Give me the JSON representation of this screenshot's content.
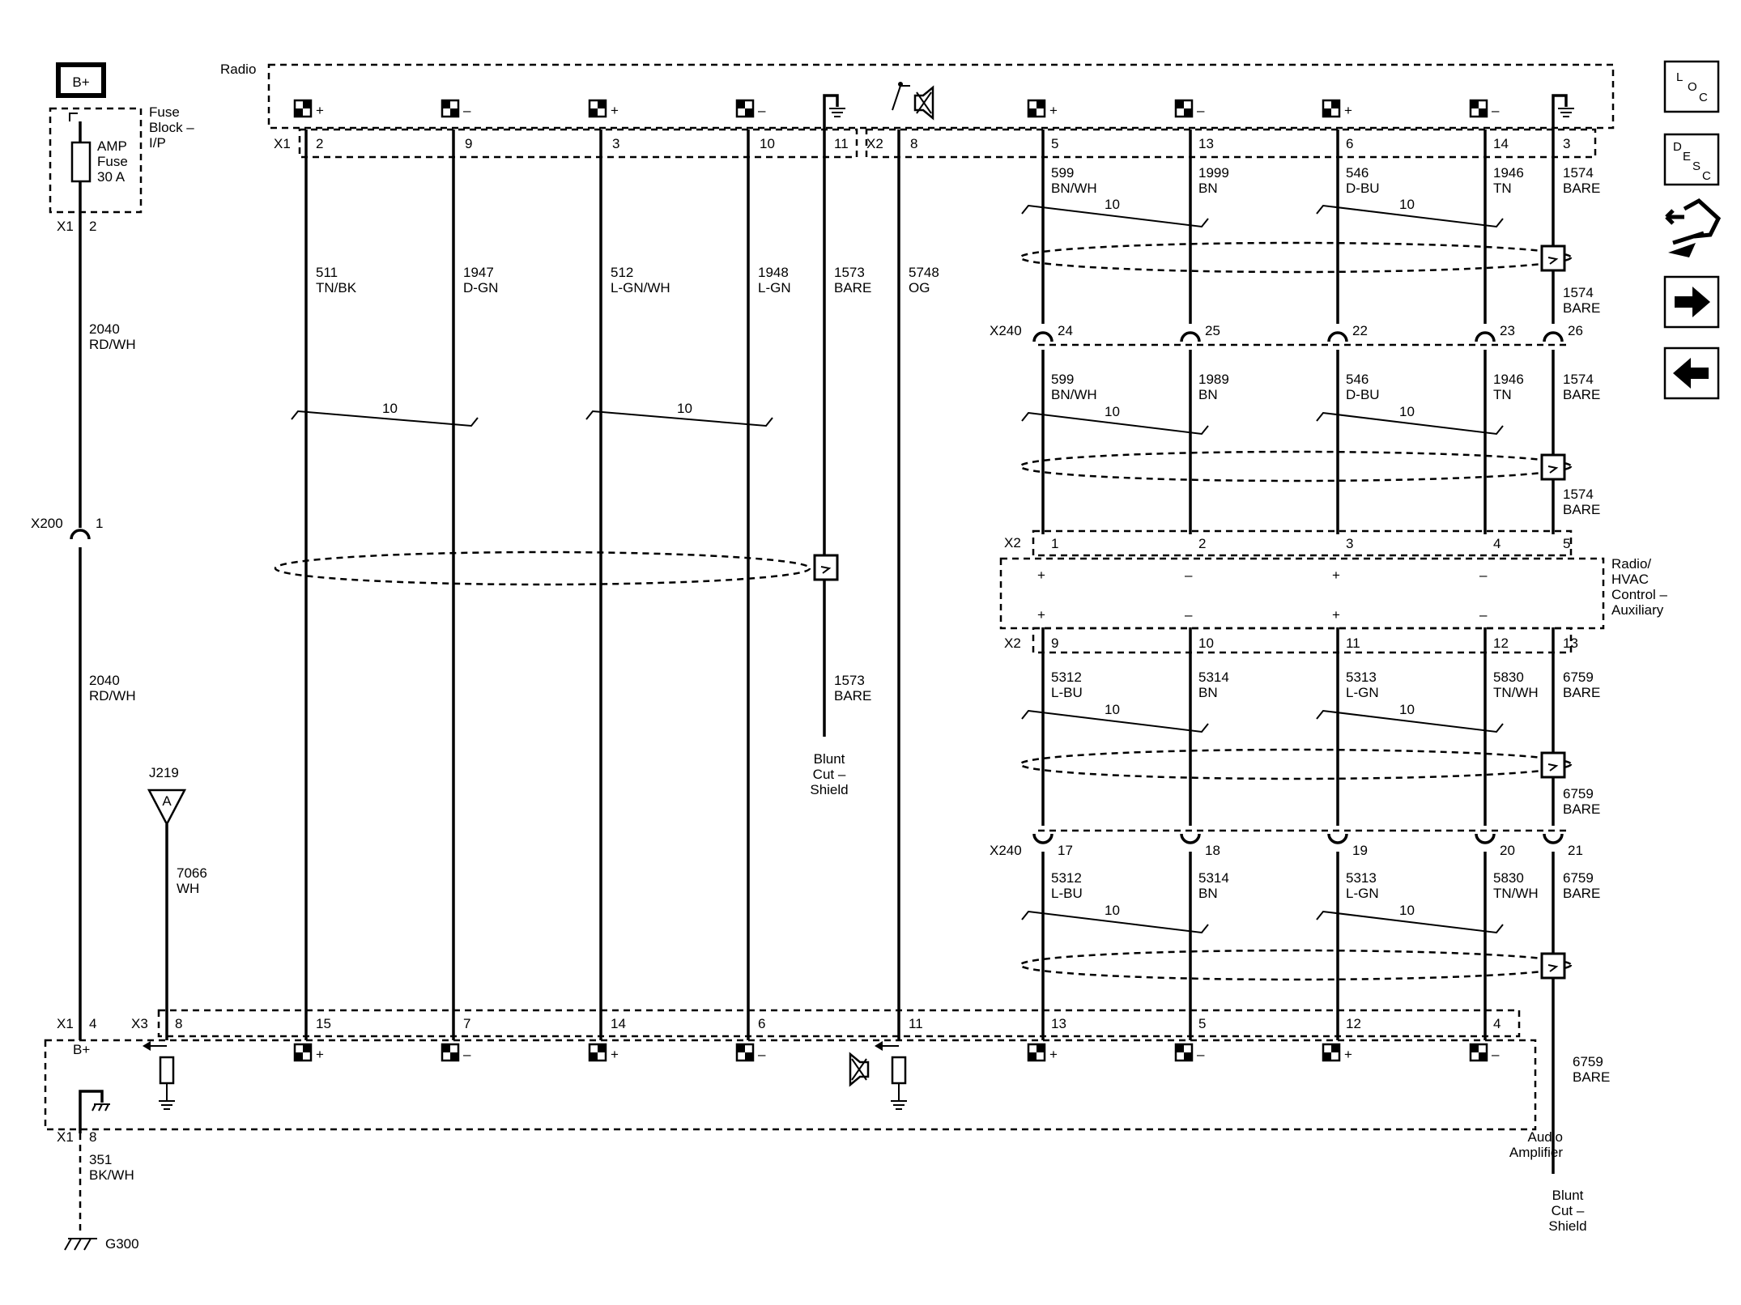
{
  "fuse_block": {
    "power_label": "B+",
    "title_lines": [
      "Fuse",
      "Block –",
      "I/P"
    ],
    "fuse_lines": [
      "AMP",
      "Fuse",
      "30 A"
    ],
    "connector": "X1",
    "pin": "2"
  },
  "power_feed": {
    "upper_wire": [
      "2040",
      "RD/WH"
    ],
    "inline": "X200",
    "inline_pin": "1",
    "lower_wire": [
      "2040",
      "RD/WH"
    ]
  },
  "antenna": {
    "id": "J219",
    "symbol_letter": "A",
    "wire": [
      "7066",
      "WH"
    ]
  },
  "radio": {
    "title": "Radio",
    "conn_x1": "X1",
    "conn_x2": "X2",
    "pins_x1": [
      "2",
      "9",
      "3",
      "10",
      "11"
    ],
    "pins_x2": [
      "8",
      "5",
      "13",
      "6",
      "14",
      "3"
    ]
  },
  "twist_label": "10",
  "pos_sign": "+",
  "neg_sign": "–",
  "left_wires": [
    [
      "511",
      "TN/BK"
    ],
    [
      "1947",
      "D-GN"
    ],
    [
      "512",
      "L-GN/WH"
    ],
    [
      "1948",
      "L-GN"
    ],
    [
      "1573",
      "BARE"
    ],
    [
      "5748",
      "OG"
    ]
  ],
  "left_shield": {
    "lower_wire": [
      "1573",
      "BARE"
    ],
    "end_lines": [
      "Blunt",
      "Cut –",
      "Shield"
    ]
  },
  "right_top_wires": [
    [
      "599",
      "BN/WH"
    ],
    [
      "1999",
      "BN"
    ],
    [
      "546",
      "D-BU"
    ],
    [
      "1946",
      "TN"
    ],
    [
      "1574",
      "BARE"
    ]
  ],
  "shield_mid_wire_a": [
    "1574",
    "BARE"
  ],
  "x240_upper": {
    "label": "X240",
    "pins": [
      "24",
      "25",
      "22",
      "23",
      "26"
    ]
  },
  "right_mid_wires": [
    [
      "599",
      "BN/WH"
    ],
    [
      "1989",
      "BN"
    ],
    [
      "546",
      "D-BU"
    ],
    [
      "1946",
      "TN"
    ],
    [
      "1574",
      "BARE"
    ]
  ],
  "shield_mid_wire_b": [
    "1574",
    "BARE"
  ],
  "aux_module": {
    "title_lines": [
      "Radio/",
      "HVAC",
      "Control –",
      "Auxiliary"
    ],
    "conn": "X2",
    "pins_in": [
      "1",
      "2",
      "3",
      "4",
      "5"
    ],
    "pins_out": [
      "9",
      "10",
      "11",
      "12",
      "13"
    ]
  },
  "right_low_wires": [
    [
      "5312",
      "L-BU"
    ],
    [
      "5314",
      "BN"
    ],
    [
      "5313",
      "L-GN"
    ],
    [
      "5830",
      "TN/WH"
    ],
    [
      "6759",
      "BARE"
    ]
  ],
  "shield_low_wire": [
    "6759",
    "BARE"
  ],
  "x240_lower": {
    "label": "X240",
    "pins": [
      "17",
      "18",
      "19",
      "20",
      "21"
    ]
  },
  "right_bot_wires": [
    [
      "5312",
      "L-BU"
    ],
    [
      "5314",
      "BN"
    ],
    [
      "5313",
      "L-GN"
    ],
    [
      "5830",
      "TN/WH"
    ],
    [
      "6759",
      "BARE"
    ]
  ],
  "right_shield": {
    "lower_wire": [
      "6759",
      "BARE"
    ],
    "end_lines": [
      "Blunt",
      "Cut –",
      "Shield"
    ]
  },
  "amplifier": {
    "title_lines": [
      "Audio",
      "Amplifier"
    ],
    "power_label": "B+",
    "conn_x1": "X1",
    "conn_x3": "X3",
    "pin_x1": "4",
    "pin_x3": "8",
    "pins": [
      "15",
      "7",
      "14",
      "6",
      "11",
      "13",
      "5",
      "12",
      "4"
    ],
    "ground_pin": "8",
    "ground_wire": [
      "351",
      "BK/WH"
    ],
    "ground_id": "G300"
  },
  "nav": {
    "loc": [
      "L",
      "O",
      "C"
    ],
    "desc": [
      "D",
      "E",
      "S",
      "C"
    ]
  }
}
